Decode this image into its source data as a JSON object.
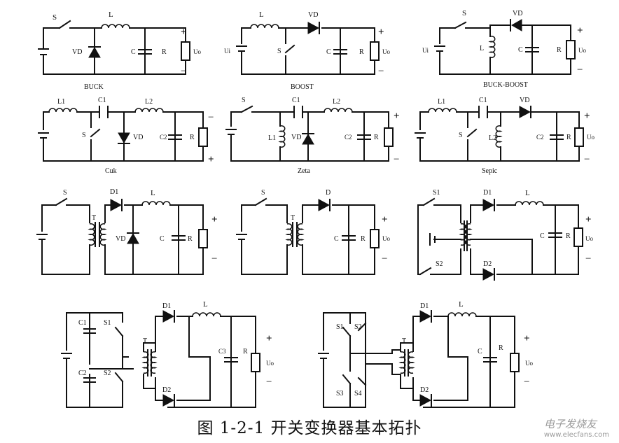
{
  "figure": {
    "caption": "图 1-2-1    开关变换器基本拓扑",
    "watermark": {
      "name": "电子发烧友",
      "domain": "www.elecfans.com"
    }
  },
  "circuits": {
    "buck": {
      "title": "BUCK",
      "labels": {
        "switch": "S",
        "inductor": "L",
        "diode": "VD",
        "cap": "C",
        "load": "R",
        "out": "Uo",
        "plus": "+",
        "minus": "−"
      }
    },
    "boost": {
      "title": "BOOST",
      "labels": {
        "source": "Ui",
        "switch": "S",
        "inductor": "L",
        "diode": "VD",
        "cap": "C",
        "load": "R",
        "out": "Uo",
        "plus": "+",
        "minus": "−"
      }
    },
    "buckboost": {
      "title": "BUCK-BOOST",
      "labels": {
        "source": "Ui",
        "switch": "S",
        "inductor": "L",
        "diode": "VD",
        "cap": "C",
        "load": "R",
        "out": "Uo",
        "plus": "+",
        "minus": "−"
      }
    },
    "cuk": {
      "title": "Cuk",
      "labels": {
        "l1": "L1",
        "c1": "C1",
        "l2": "L2",
        "switch": "S",
        "diode": "VD",
        "cap": "C2",
        "load": "R",
        "plus": "+",
        "minus": "−"
      }
    },
    "zeta": {
      "title": "Zeta",
      "labels": {
        "switch": "S",
        "c1": "C1",
        "l1": "L1",
        "l2": "L2",
        "diode": "VD",
        "cap": "C2",
        "load": "R",
        "plus": "+",
        "minus": "−"
      }
    },
    "sepic": {
      "title": "Sepic",
      "labels": {
        "l1": "L1",
        "c1": "C1",
        "switch": "S",
        "diode": "VD",
        "l2": "L2",
        "cap": "C2",
        "load": "R",
        "out": "Uo",
        "plus": "+",
        "minus": "−"
      }
    },
    "forward": {
      "labels": {
        "switch": "S",
        "trans": "T",
        "d1": "D1",
        "inductor": "L",
        "diode": "VD",
        "cap": "C",
        "load": "R",
        "plus": "+",
        "minus": "−"
      }
    },
    "flyback": {
      "labels": {
        "switch": "S",
        "trans": "T",
        "diode": "D",
        "cap": "C",
        "load": "R",
        "out": "Uo",
        "plus": "+",
        "minus": "−"
      }
    },
    "pushpull": {
      "labels": {
        "s1": "S1",
        "s2": "S2",
        "d1": "D1",
        "d2": "D2",
        "inductor": "L",
        "cap": "C",
        "load": "R",
        "out": "Uo",
        "plus": "+",
        "minus": "−"
      }
    },
    "halfbridge": {
      "labels": {
        "c1": "C1",
        "c2": "C2",
        "s1": "S1",
        "s2": "S2",
        "trans": "T",
        "d1": "D1",
        "d2": "D2",
        "inductor": "L",
        "cap": "C3",
        "load": "R",
        "out": "Uo",
        "plus": "+",
        "minus": "−"
      }
    },
    "fullbridge": {
      "labels": {
        "s1": "S1",
        "s2": "S2",
        "s3": "S3",
        "s4": "S4",
        "trans": "T",
        "d1": "D1",
        "d2": "D2",
        "inductor": "L",
        "cap": "C",
        "load": "R",
        "out": "Uo",
        "plus": "+",
        "minus": "−"
      }
    }
  }
}
